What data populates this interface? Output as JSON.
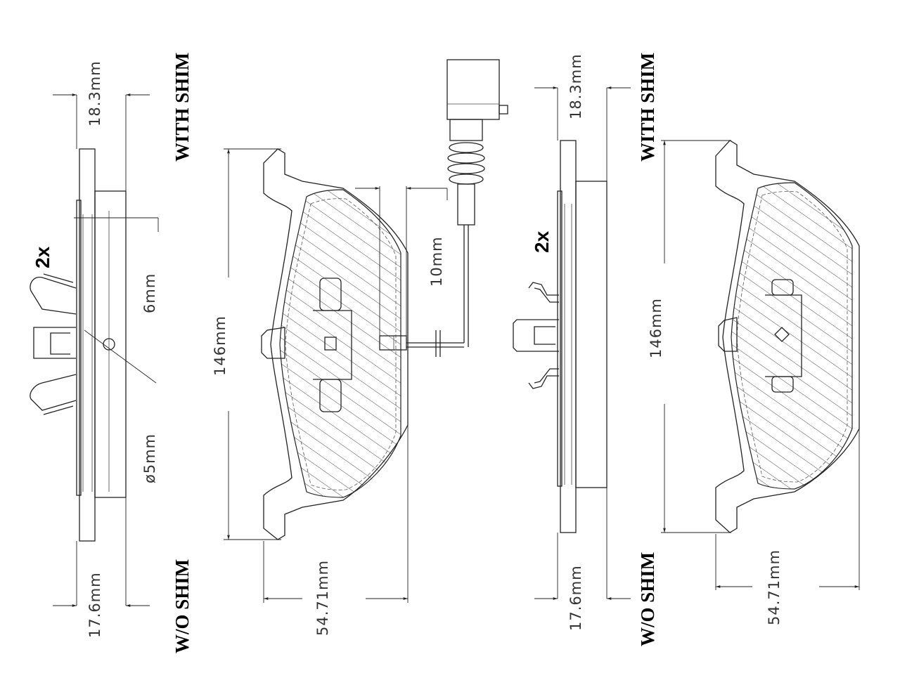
{
  "labels": {
    "with_shim": "WITH SHIM",
    "without_shim": "W/O SHIM",
    "quantity": "2x"
  },
  "dimensions": {
    "thickness_with_shim": "18.3mm",
    "thickness_without_shim": "17.6mm",
    "pad_height": "146mm",
    "pad_width": "54.71mm",
    "slot_offset": "6mm",
    "hole_diameter": "ø5mm",
    "sensor_offset": "10mm"
  }
}
